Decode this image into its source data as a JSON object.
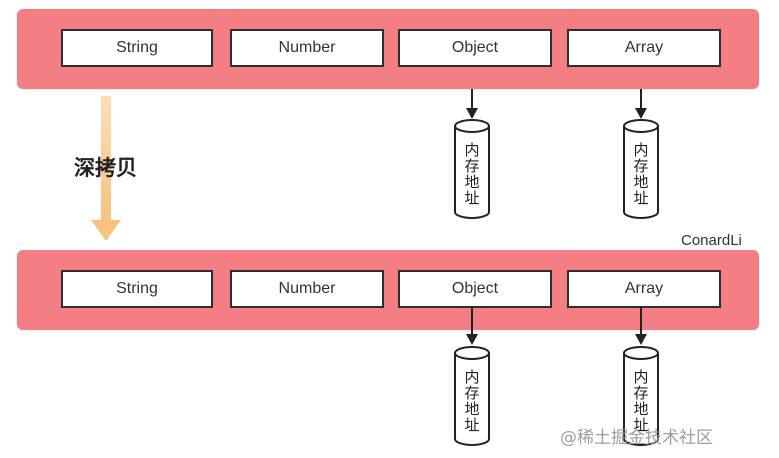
{
  "top_row": {
    "cells": [
      "String",
      "Number",
      "Object",
      "Array"
    ],
    "memory": [
      "内存地址",
      "内存地址"
    ]
  },
  "bottom_row": {
    "cells": [
      "String",
      "Number",
      "Object",
      "Array"
    ],
    "memory": [
      "内存地址",
      "内存地址"
    ]
  },
  "copy_label": "深拷贝",
  "author_label": "ConardLi",
  "watermark": "@稀土掘金技术社区",
  "colors": {
    "band": "#f37f85",
    "copy_arrow": "#f9c27e",
    "cell_border": "#2e2e2e",
    "line": "#222222"
  }
}
